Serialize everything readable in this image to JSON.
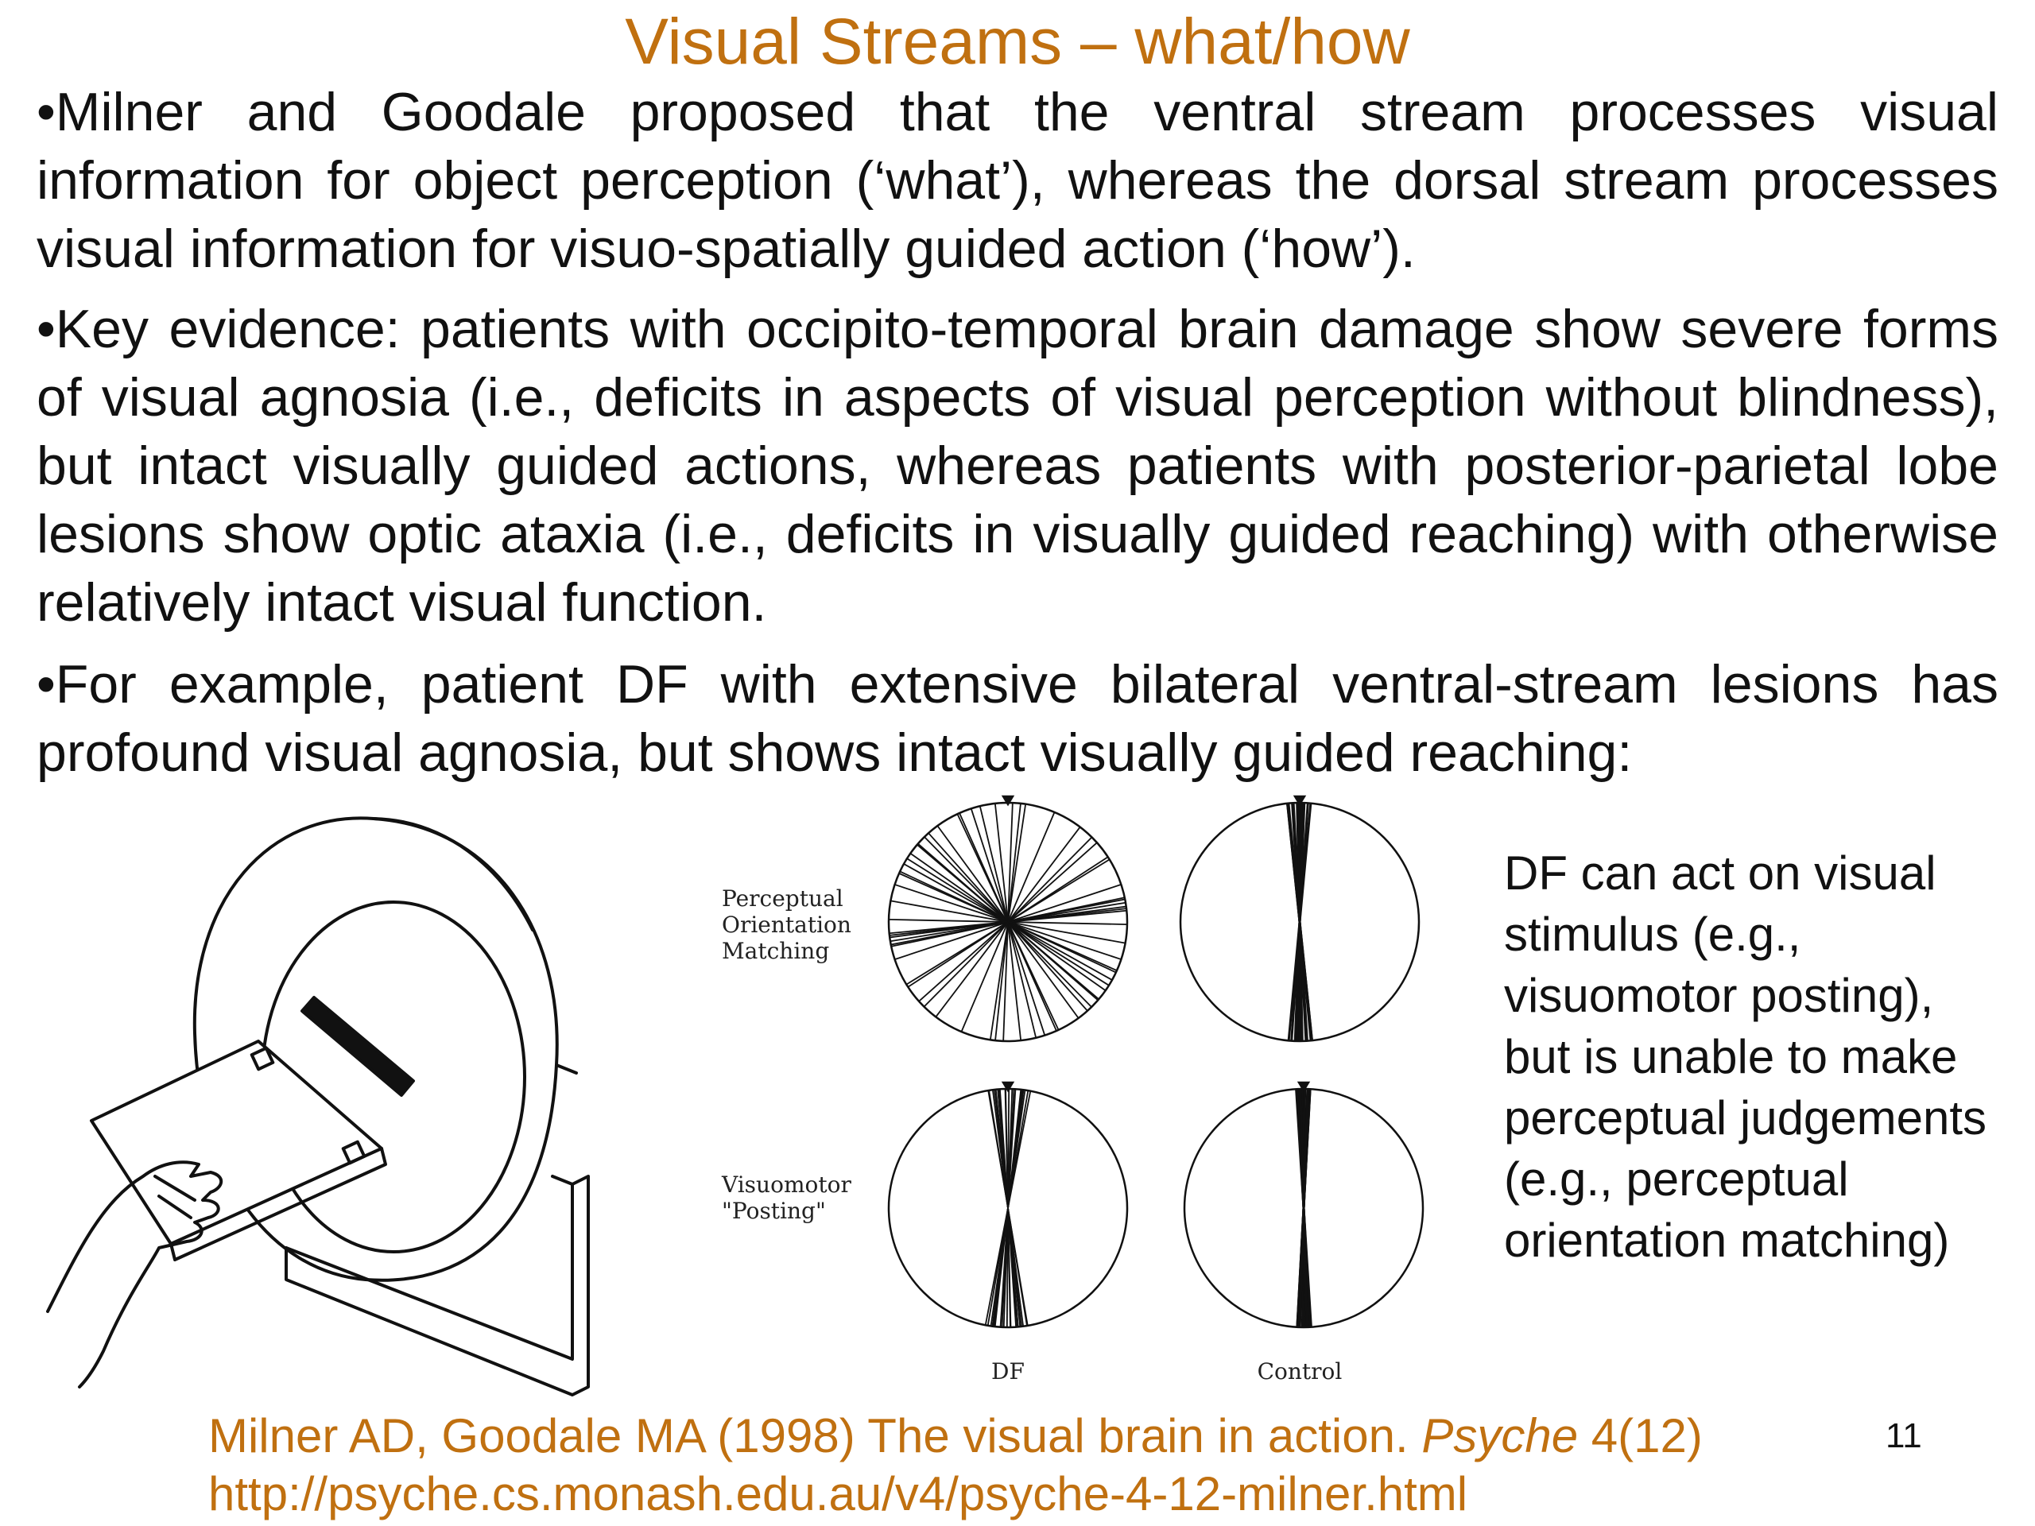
{
  "slide": {
    "title": "Visual Streams – what/how",
    "bullets": [
      "•Milner and Goodale proposed that the ventral stream processes visual information for object perception (‘what’), whereas the dorsal stream processes visual information for visuo-spatially guided action (‘how’).",
      "•Key evidence: patients with occipito-temporal brain damage show severe forms of visual agnosia (i.e., deficits in aspects of visual perception without blindness), but intact visually guided actions, whereas patients with posterior-parietal lobe lesions show optic ataxia (i.e., deficits in visually guided reaching) with otherwise relatively intact visual function.",
      "•For example, patient DF with extensive bilateral ventral-stream lesions has profound visual agnosia, but shows intact visually guided reaching:"
    ],
    "side_text": "DF can act on visual stimulus (e.g., visuomotor posting), but is unable to make perceptual judgements (e.g., perceptual orientation matching)",
    "reference": {
      "citation_prefix": "Milner AD, Goodale MA (1998) The visual brain in action. ",
      "journal": "Psyche",
      "citation_suffix": " 4(12)",
      "url": "http://psyche.cs.monash.edu.au/v4/psyche-4-12-milner.html"
    },
    "page_number": "11",
    "colors": {
      "accent": "#c07010",
      "text": "#111111"
    }
  },
  "figure": {
    "row_labels": [
      [
        "Perceptual",
        "Orientation",
        "Matching"
      ],
      [
        "Visuomotor",
        "\"Posting\""
      ]
    ],
    "column_labels": [
      "DF",
      "Control"
    ]
  }
}
